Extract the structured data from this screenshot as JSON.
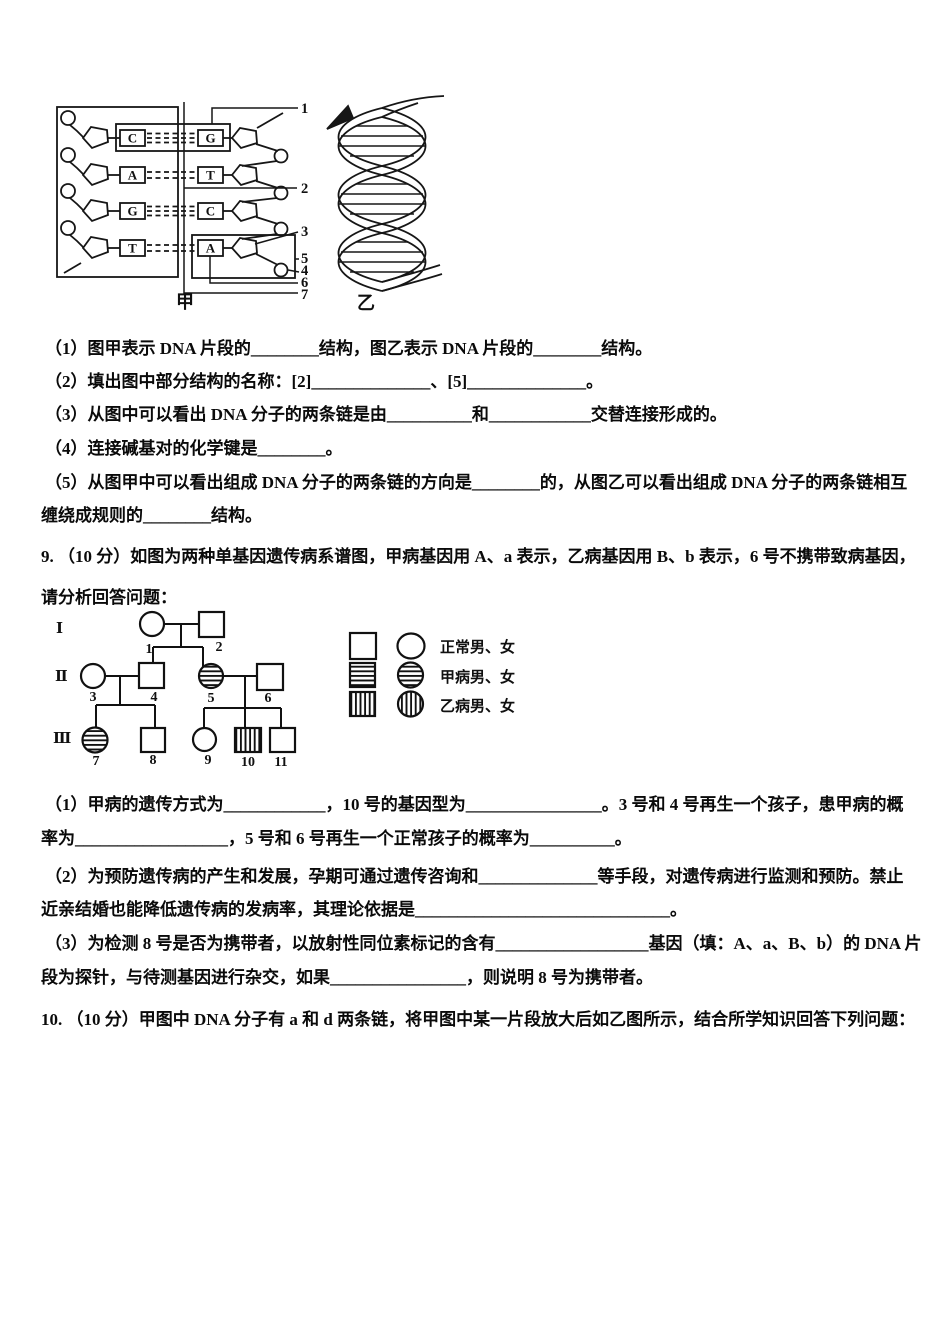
{
  "page": {
    "bg": "#ffffff",
    "ink": "#101010"
  },
  "dna_diagram": {
    "label_left": "甲",
    "label_right": "乙",
    "left_bases": [
      "C",
      "A",
      "G",
      "T"
    ],
    "right_bases": [
      "G",
      "T",
      "C",
      "A"
    ],
    "callouts": [
      "1",
      "2",
      "3",
      "4",
      "5",
      "6",
      "7"
    ]
  },
  "q8_lines": [
    "（1）图甲表示 DNA 片段的________结构，图乙表示 DNA 片段的________结构。",
    "（2）填出图中部分结构的名称：[2]______________、[5]______________。",
    "（3）从图中可以看出 DNA 分子的两条链是由__________和____________交替连接形成的。",
    "（4）连接碱基对的化学键是________。",
    "（5）从图甲中可以看出组成 DNA 分子的两条链的方向是________的，从图乙可以看出组成 DNA 分子的两条链相互",
    "缠绕成规则的________结构。"
  ],
  "q9": {
    "stem_lines": [
      "9. （10 分）如图为两种单基因遗传病系谱图，甲病基因用 A、a 表示，乙病基因用 B、b 表示，6 号不携带致病基因，",
      "请分析回答问题："
    ],
    "pedigree": {
      "generations": [
        "Ⅰ",
        "Ⅱ",
        "Ⅲ"
      ],
      "members": [
        "1",
        "2",
        "3",
        "4",
        "5",
        "6",
        "7",
        "8",
        "9",
        "10",
        "11"
      ],
      "legend": [
        {
          "label": "正常男、女"
        },
        {
          "label": "甲病男、女"
        },
        {
          "label": "乙病男、女"
        }
      ]
    },
    "question_lines": [
      "（1）甲病的遗传方式为____________，10 号的基因型为________________。3 号和 4 号再生一个孩子，患甲病的概",
      "率为__________________，5 号和 6 号再生一个正常孩子的概率为__________。",
      "（2）为预防遗传病的产生和发展，孕期可通过遗传咨询和______________等手段，对遗传病进行监测和预防。禁止",
      "近亲结婚也能降低遗传病的发病率，其理论依据是______________________________。",
      "（3）为检测 8 号是否为携带者，以放射性同位素标记的含有__________________基因（填：A、a、B、b）的 DNA 片",
      "段为探针，与待测基因进行杂交，如果________________，则说明 8 号为携带者。"
    ]
  },
  "q10": {
    "stem": "10. （10 分）甲图中 DNA 分子有 a 和 d 两条链，将甲图中某一片段放大后如乙图所示，结合所学知识回答下列问题："
  }
}
